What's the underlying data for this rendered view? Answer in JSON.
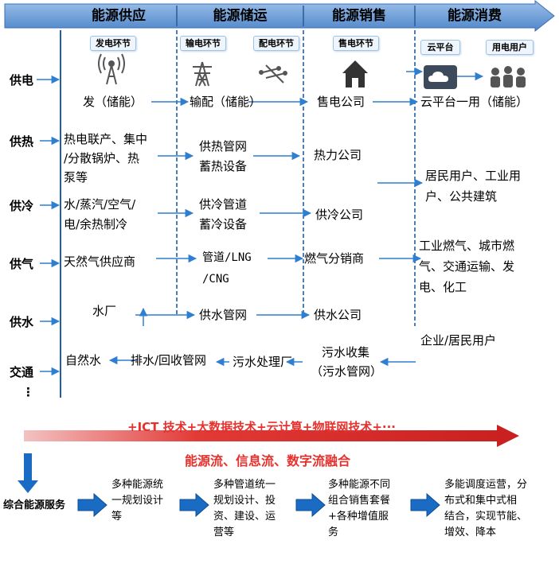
{
  "header": {
    "columns": [
      "能源供应",
      "能源储运",
      "能源销售",
      "能源消费"
    ]
  },
  "rows": [
    "供电",
    "供热",
    "供冷",
    "供气",
    "供水",
    "交通",
    "⋮"
  ],
  "stage_tags": {
    "generation": "发电环节",
    "transmission": "输电环节",
    "distribution": "配电环节",
    "sales": "售电环节",
    "cloud": "云平台",
    "end_user": "用电用户"
  },
  "icons": [
    "signal-tower-icon",
    "power-pylon-icon",
    "distribution-pole-icon",
    "house-icon",
    "cloud-icon",
    "users-icon"
  ],
  "cells": {
    "power": {
      "supply": "发（储能）",
      "storage": "输配（储能）",
      "sales": "售电公司",
      "consumption": "云平台一用（储能）"
    },
    "heat": {
      "supply": [
        "热电联产、集中",
        "/分散锅炉、热",
        "泵等"
      ],
      "storage": [
        "供热管网",
        "蓄热设备"
      ],
      "sales": "热力公司"
    },
    "heat_cold_consumption": [
      "居民用户、工业用",
      "户、公共建筑"
    ],
    "cold": {
      "supply": [
        "水/蒸汽/空气/",
        "电/余热制冷"
      ],
      "storage": [
        "供冷管道",
        "蓄冷设备"
      ],
      "sales": "供冷公司"
    },
    "gas": {
      "supply": "天然气供应商",
      "storage": [
        "管道/LNG",
        "/CNG"
      ],
      "sales": "燃气分销商",
      "consumption": [
        "工业燃气、城市燃",
        "气、交通运输、发",
        "电、化工"
      ]
    },
    "water": {
      "supply": "水厂",
      "storage": "供水管网",
      "sales": "供水公司",
      "consumption": "企业/居民用户"
    },
    "return_flow": {
      "collection": [
        "污水收集",
        "（污水管网）"
      ],
      "treatment": "污水处理厂",
      "network": "排水/回收管网",
      "source": "自然水"
    }
  },
  "tech_banner": "+ICT 技术+大数据技术+云计算+物联网技术+···",
  "fusion_text": "能源流、信息流、数字流融合",
  "process": {
    "start": "综合能源服务",
    "steps": [
      [
        "多种能源统",
        "一规划设计",
        "等"
      ],
      [
        "多种管道统一",
        "规划设计、投",
        "资、建设、运",
        "营等"
      ],
      [
        "多种能源不同",
        "组合销售套餐",
        "+各种增值服",
        "务"
      ],
      [
        "多能调度运营，分",
        "布式和集中式相",
        "结合，实现节能、",
        "增效、降本"
      ]
    ]
  },
  "colors": {
    "header_blue": "#5b8fd0",
    "arrow_blue": "#2f7fd1",
    "divider": "#1f5fa8",
    "banner_red": "#e8302c",
    "process_arrow": "#1a6bc4"
  }
}
